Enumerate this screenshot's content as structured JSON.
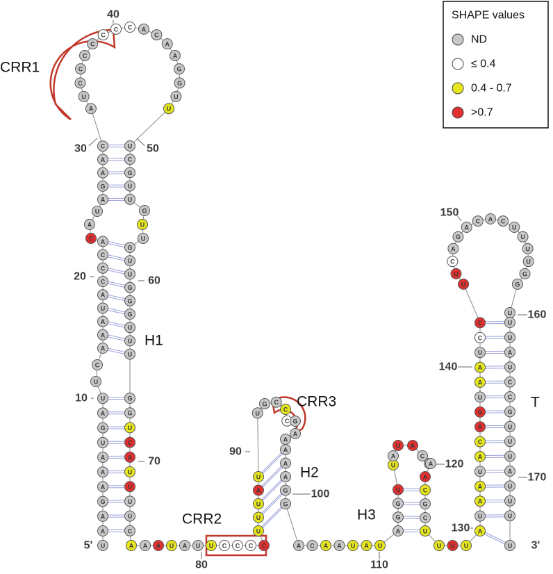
{
  "legend": {
    "title": "SHAPE values",
    "items": [
      {
        "label": "ND",
        "category": "nd"
      },
      {
        "label": "≤ 0.4",
        "category": "low"
      },
      {
        "label": "0.4 - 0.7",
        "category": "mid"
      },
      {
        "label": ">0.7",
        "category": "high"
      }
    ]
  },
  "colors": {
    "nd": "#c8c8c8",
    "low": "#ffffff",
    "mid": "#e6e61e",
    "high": "#e03030",
    "box": "#c0392b",
    "backbone": "#9a9a9a",
    "bond": "#9aa0d8"
  },
  "region_labels": {
    "crr1": "CRR1",
    "crr2": "CRR2",
    "crr3": "CRR3",
    "h1": "H1",
    "h2": "H2",
    "h3": "H3",
    "t": "T"
  },
  "end_labels": {
    "five": "5'",
    "three": "3'"
  },
  "position_labels": [
    "10",
    "20",
    "30",
    "40",
    "50",
    "60",
    "70",
    "80",
    "90",
    "100",
    "110",
    "120",
    "130",
    "140",
    "150",
    "160",
    "170"
  ],
  "nucleotides": [
    {
      "n": 1,
      "base": "U",
      "shape": "nd"
    },
    {
      "n": 2,
      "base": "A",
      "shape": "nd"
    },
    {
      "n": 3,
      "base": "A",
      "shape": "nd"
    },
    {
      "n": 4,
      "base": "G",
      "shape": "nd"
    },
    {
      "n": 5,
      "base": "A",
      "shape": "nd"
    },
    {
      "n": 6,
      "base": "A",
      "shape": "nd"
    },
    {
      "n": 7,
      "base": "A",
      "shape": "nd"
    },
    {
      "n": 8,
      "base": "U",
      "shape": "nd"
    },
    {
      "n": 9,
      "base": "G",
      "shape": "nd"
    },
    {
      "n": 10,
      "base": "A",
      "shape": "nd"
    },
    {
      "n": 11,
      "base": "U",
      "shape": "nd"
    },
    {
      "n": 12,
      "base": "U",
      "shape": "nd"
    },
    {
      "n": 13,
      "base": "C",
      "shape": "nd"
    },
    {
      "n": 14,
      "base": "A",
      "shape": "nd"
    },
    {
      "n": 15,
      "base": "A",
      "shape": "nd"
    },
    {
      "n": 16,
      "base": "A",
      "shape": "nd"
    },
    {
      "n": 17,
      "base": "U",
      "shape": "nd"
    },
    {
      "n": 18,
      "base": "A",
      "shape": "nd"
    },
    {
      "n": 19,
      "base": "C",
      "shape": "nd"
    },
    {
      "n": 20,
      "base": "C",
      "shape": "nd"
    },
    {
      "n": 21,
      "base": "C",
      "shape": "nd"
    },
    {
      "n": 22,
      "base": "A",
      "shape": "nd"
    },
    {
      "n": 23,
      "base": "C",
      "shape": "high"
    },
    {
      "n": 24,
      "base": "A",
      "shape": "nd"
    },
    {
      "n": 25,
      "base": "U",
      "shape": "nd"
    },
    {
      "n": 26,
      "base": "A",
      "shape": "nd"
    },
    {
      "n": 27,
      "base": "G",
      "shape": "nd"
    },
    {
      "n": 28,
      "base": "A",
      "shape": "nd"
    },
    {
      "n": 29,
      "base": "A",
      "shape": "nd"
    },
    {
      "n": 30,
      "base": "C",
      "shape": "nd"
    },
    {
      "n": 31,
      "base": "A",
      "shape": "nd"
    },
    {
      "n": 32,
      "base": "U",
      "shape": "nd"
    },
    {
      "n": 33,
      "base": "C",
      "shape": "nd"
    },
    {
      "n": 34,
      "base": "C",
      "shape": "nd"
    },
    {
      "n": 35,
      "base": "C",
      "shape": "nd"
    },
    {
      "n": 36,
      "base": "C",
      "shape": "nd"
    },
    {
      "n": 37,
      "base": "C",
      "shape": "low"
    },
    {
      "n": 38,
      "base": "C",
      "shape": "low"
    },
    {
      "n": 39,
      "base": "C",
      "shape": "low"
    },
    {
      "n": 40,
      "base": "A",
      "shape": "nd"
    },
    {
      "n": 41,
      "base": "C",
      "shape": "nd"
    },
    {
      "n": 42,
      "base": "A",
      "shape": "nd"
    },
    {
      "n": 43,
      "base": "A",
      "shape": "nd"
    },
    {
      "n": 44,
      "base": "G",
      "shape": "nd"
    },
    {
      "n": 45,
      "base": "G",
      "shape": "nd"
    },
    {
      "n": 46,
      "base": "U",
      "shape": "nd"
    },
    {
      "n": 47,
      "base": "U",
      "shape": "mid"
    },
    {
      "n": 48,
      "base": "U",
      "shape": "nd"
    },
    {
      "n": 49,
      "base": "C",
      "shape": "nd"
    },
    {
      "n": 50,
      "base": "G",
      "shape": "nd"
    },
    {
      "n": 51,
      "base": "U",
      "shape": "nd"
    },
    {
      "n": 52,
      "base": "U",
      "shape": "nd"
    },
    {
      "n": 53,
      "base": "G",
      "shape": "nd"
    },
    {
      "n": 54,
      "base": "U",
      "shape": "mid"
    },
    {
      "n": 55,
      "base": "U",
      "shape": "nd"
    },
    {
      "n": 56,
      "base": "G",
      "shape": "nd"
    },
    {
      "n": 57,
      "base": "U",
      "shape": "nd"
    },
    {
      "n": 58,
      "base": "U",
      "shape": "nd"
    },
    {
      "n": 59,
      "base": "G",
      "shape": "nd"
    },
    {
      "n": 60,
      "base": "G",
      "shape": "nd"
    },
    {
      "n": 61,
      "base": "G",
      "shape": "nd"
    },
    {
      "n": 62,
      "base": "U",
      "shape": "nd"
    },
    {
      "n": 63,
      "base": "U",
      "shape": "nd"
    },
    {
      "n": 64,
      "base": "U",
      "shape": "nd"
    },
    {
      "n": 65,
      "base": "G",
      "shape": "nd"
    },
    {
      "n": 66,
      "base": "G",
      "shape": "nd"
    },
    {
      "n": 67,
      "base": "U",
      "shape": "mid"
    },
    {
      "n": 68,
      "base": "C",
      "shape": "high"
    },
    {
      "n": 69,
      "base": "A",
      "shape": "high"
    },
    {
      "n": 70,
      "base": "U",
      "shape": "mid"
    },
    {
      "n": 71,
      "base": "U",
      "shape": "high"
    },
    {
      "n": 72,
      "base": "U",
      "shape": "nd"
    },
    {
      "n": 73,
      "base": "U",
      "shape": "nd"
    },
    {
      "n": 74,
      "base": "C",
      "shape": "nd"
    },
    {
      "n": 75,
      "base": "A",
      "shape": "mid"
    },
    {
      "n": 76,
      "base": "A",
      "shape": "nd"
    },
    {
      "n": 77,
      "base": "A",
      "shape": "high"
    },
    {
      "n": 78,
      "base": "U",
      "shape": "mid"
    },
    {
      "n": 79,
      "base": "A",
      "shape": "nd"
    },
    {
      "n": 80,
      "base": "U",
      "shape": "nd"
    },
    {
      "n": 81,
      "base": "U",
      "shape": "mid"
    },
    {
      "n": 82,
      "base": "C",
      "shape": "low"
    },
    {
      "n": 83,
      "base": "C",
      "shape": "low"
    },
    {
      "n": 84,
      "base": "C",
      "shape": "low"
    },
    {
      "n": 85,
      "base": "C",
      "shape": "high"
    },
    {
      "n": 86,
      "base": "U",
      "shape": "mid"
    },
    {
      "n": 87,
      "base": "U",
      "shape": "mid"
    },
    {
      "n": 88,
      "base": "U",
      "shape": "mid"
    },
    {
      "n": 89,
      "base": "A",
      "shape": "high"
    },
    {
      "n": 90,
      "base": "U",
      "shape": "mid"
    },
    {
      "n": 91,
      "base": "U",
      "shape": "nd"
    },
    {
      "n": 92,
      "base": "G",
      "shape": "nd"
    },
    {
      "n": 93,
      "base": "C",
      "shape": "nd"
    },
    {
      "n": 94,
      "base": "C",
      "shape": "mid"
    },
    {
      "n": 95,
      "base": "C",
      "shape": "low"
    },
    {
      "n": 96,
      "base": "G",
      "shape": "nd"
    },
    {
      "n": 97,
      "base": "A",
      "shape": "nd"
    },
    {
      "n": 98,
      "base": "A",
      "shape": "nd"
    },
    {
      "n": 99,
      "base": "A",
      "shape": "nd"
    },
    {
      "n": 100,
      "base": "A",
      "shape": "nd"
    },
    {
      "n": 101,
      "base": "A",
      "shape": "nd"
    },
    {
      "n": 102,
      "base": "G",
      "shape": "nd"
    },
    {
      "n": 103,
      "base": "G",
      "shape": "nd"
    },
    {
      "n": 104,
      "base": "A",
      "shape": "nd"
    },
    {
      "n": 105,
      "base": "C",
      "shape": "nd"
    },
    {
      "n": 106,
      "base": "A",
      "shape": "mid"
    },
    {
      "n": 107,
      "base": "A",
      "shape": "nd"
    },
    {
      "n": 108,
      "base": "U",
      "shape": "mid"
    },
    {
      "n": 109,
      "base": "A",
      "shape": "mid"
    },
    {
      "n": 110,
      "base": "U",
      "shape": "mid"
    },
    {
      "n": 111,
      "base": "A",
      "shape": "nd"
    },
    {
      "n": 112,
      "base": "G",
      "shape": "nd"
    },
    {
      "n": 113,
      "base": "G",
      "shape": "nd"
    },
    {
      "n": 114,
      "base": "U",
      "shape": "high"
    },
    {
      "n": 115,
      "base": "U",
      "shape": "mid"
    },
    {
      "n": 116,
      "base": "A",
      "shape": "nd"
    },
    {
      "n": 117,
      "base": "U",
      "shape": "high"
    },
    {
      "n": 118,
      "base": "A",
      "shape": "high"
    },
    {
      "n": 119,
      "base": "C",
      "shape": "nd"
    },
    {
      "n": 120,
      "base": "C",
      "shape": "nd"
    },
    {
      "n": 121,
      "base": "A",
      "shape": "nd"
    },
    {
      "n": 122,
      "base": "A",
      "shape": "high"
    },
    {
      "n": 123,
      "base": "C",
      "shape": "mid"
    },
    {
      "n": 124,
      "base": "G",
      "shape": "nd"
    },
    {
      "n": 125,
      "base": "C",
      "shape": "nd"
    },
    {
      "n": 126,
      "base": "U",
      "shape": "mid"
    },
    {
      "n": 127,
      "base": "U",
      "shape": "mid"
    },
    {
      "n": 128,
      "base": "U",
      "shape": "high"
    },
    {
      "n": 129,
      "base": "U",
      "shape": "mid"
    },
    {
      "n": 130,
      "base": "A",
      "shape": "mid"
    },
    {
      "n": 131,
      "base": "U",
      "shape": "nd"
    },
    {
      "n": 132,
      "base": "A",
      "shape": "mid"
    },
    {
      "n": 133,
      "base": "A",
      "shape": "mid"
    },
    {
      "n": 134,
      "base": "U",
      "shape": "nd"
    },
    {
      "n": 135,
      "base": "A",
      "shape": "mid"
    },
    {
      "n": 136,
      "base": "C",
      "shape": "mid"
    },
    {
      "n": 137,
      "base": "A",
      "shape": "high"
    },
    {
      "n": 138,
      "base": "G",
      "shape": "high"
    },
    {
      "n": 139,
      "base": "U",
      "shape": "nd"
    },
    {
      "n": 140,
      "base": "A",
      "shape": "mid"
    },
    {
      "n": 141,
      "base": "A",
      "shape": "mid"
    },
    {
      "n": 142,
      "base": "U",
      "shape": "nd"
    },
    {
      "n": 143,
      "base": "C",
      "shape": "low"
    },
    {
      "n": 144,
      "base": "C",
      "shape": "high"
    },
    {
      "n": 145,
      "base": "U",
      "shape": "high"
    },
    {
      "n": 146,
      "base": "U",
      "shape": "high"
    },
    {
      "n": 147,
      "base": "C",
      "shape": "low"
    },
    {
      "n": 148,
      "base": "A",
      "shape": "nd"
    },
    {
      "n": 149,
      "base": "G",
      "shape": "nd"
    },
    {
      "n": 150,
      "base": "A",
      "shape": "nd"
    },
    {
      "n": 151,
      "base": "C",
      "shape": "nd"
    },
    {
      "n": 152,
      "base": "A",
      "shape": "nd"
    },
    {
      "n": 153,
      "base": "C",
      "shape": "nd"
    },
    {
      "n": 154,
      "base": "U",
      "shape": "nd"
    },
    {
      "n": 155,
      "base": "U",
      "shape": "nd"
    },
    {
      "n": 156,
      "base": "U",
      "shape": "nd"
    },
    {
      "n": 157,
      "base": "U",
      "shape": "nd"
    },
    {
      "n": 158,
      "base": "G",
      "shape": "nd"
    },
    {
      "n": 159,
      "base": "G",
      "shape": "nd"
    },
    {
      "n": 160,
      "base": "U",
      "shape": "nd"
    },
    {
      "n": 161,
      "base": "U",
      "shape": "nd"
    },
    {
      "n": 162,
      "base": "U",
      "shape": "nd"
    },
    {
      "n": 163,
      "base": "A",
      "shape": "nd"
    },
    {
      "n": 164,
      "base": "U",
      "shape": "nd"
    },
    {
      "n": 165,
      "base": "C",
      "shape": "nd"
    },
    {
      "n": 166,
      "base": "C",
      "shape": "nd"
    },
    {
      "n": 167,
      "base": "G",
      "shape": "nd"
    },
    {
      "n": 168,
      "base": "U",
      "shape": "nd"
    },
    {
      "n": 169,
      "base": "U",
      "shape": "nd"
    },
    {
      "n": 170,
      "base": "U",
      "shape": "nd"
    },
    {
      "n": 171,
      "base": "A",
      "shape": "nd"
    },
    {
      "n": 172,
      "base": "U",
      "shape": "nd"
    },
    {
      "n": 173,
      "base": "U",
      "shape": "nd"
    },
    {
      "n": 174,
      "base": "U",
      "shape": "nd"
    },
    {
      "n": 175,
      "base": "U",
      "shape": "nd"
    }
  ],
  "pairs": [
    [
      2,
      74
    ],
    [
      3,
      73
    ],
    [
      4,
      72
    ],
    [
      5,
      71
    ],
    [
      6,
      70
    ],
    [
      7,
      69
    ],
    [
      8,
      68
    ],
    [
      9,
      67
    ],
    [
      10,
      66
    ],
    [
      11,
      65
    ],
    [
      14,
      64
    ],
    [
      15,
      63
    ],
    [
      16,
      62
    ],
    [
      17,
      61
    ],
    [
      18,
      60
    ],
    [
      19,
      59
    ],
    [
      20,
      58
    ],
    [
      21,
      57
    ],
    [
      22,
      56
    ],
    [
      26,
      52
    ],
    [
      27,
      51
    ],
    [
      28,
      50
    ],
    [
      29,
      49
    ],
    [
      30,
      48
    ],
    [
      86,
      103
    ],
    [
      87,
      102
    ],
    [
      88,
      101
    ],
    [
      89,
      100
    ],
    [
      90,
      99
    ],
    [
      111,
      126
    ],
    [
      112,
      125
    ],
    [
      113,
      124
    ],
    [
      114,
      123
    ],
    [
      130,
      175
    ],
    [
      131,
      174
    ],
    [
      132,
      173
    ],
    [
      133,
      172
    ],
    [
      134,
      171
    ],
    [
      135,
      170
    ],
    [
      136,
      169
    ],
    [
      137,
      168
    ],
    [
      138,
      167
    ],
    [
      139,
      166
    ],
    [
      140,
      165
    ],
    [
      141,
      164
    ],
    [
      142,
      163
    ],
    [
      143,
      162
    ],
    [
      144,
      161
    ]
  ]
}
